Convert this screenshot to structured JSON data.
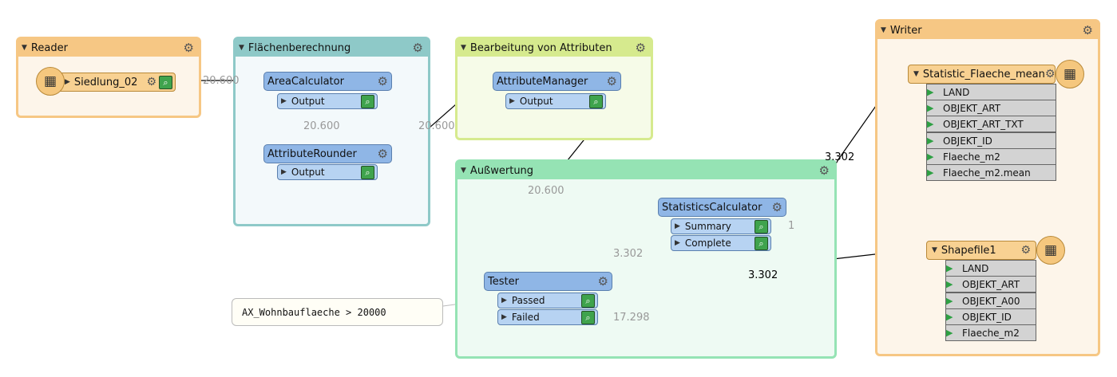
{
  "bookmarks": {
    "reader": {
      "title": "Reader",
      "color": "#f6c784",
      "bg": "#fdf5ea"
    },
    "flaechen": {
      "title": "Flächenberechnung",
      "color": "#8ec9c8",
      "bg": "#f3f9fb"
    },
    "bearbeitung": {
      "title": "Bearbeitung von Attributen",
      "color": "#d6ea8e",
      "bg": "#f6fbe8"
    },
    "auswertung": {
      "title": "Außwertung",
      "color": "#95e3b4",
      "bg": "#eefaf3"
    },
    "writer": {
      "title": "Writer",
      "color": "#f6c784",
      "bg": "#fdf5ea"
    }
  },
  "reader": {
    "name": "Siedlung_02"
  },
  "transformers": {
    "area_calculator": {
      "name": "AreaCalculator",
      "port": "Output"
    },
    "attribute_rounder": {
      "name": "AttributeRounder",
      "port": "Output"
    },
    "attribute_manager": {
      "name": "AttributeManager",
      "port": "Output"
    },
    "statistics_calculator": {
      "name": "StatisticsCalculator",
      "ports": [
        "Summary",
        "Complete"
      ]
    },
    "tester": {
      "name": "Tester",
      "ports": [
        "Passed",
        "Failed"
      ]
    }
  },
  "writers": {
    "statistic": {
      "name": "Statistic_Flaeche_mean",
      "attributes": [
        "LAND",
        "OBJEKT_ART",
        "OBJEKT_ART_TXT",
        "OBJEKT_ID",
        "Flaeche_m2",
        "Flaeche_m2.mean"
      ]
    },
    "shapefile": {
      "name": "Shapefile1",
      "attributes": [
        "LAND",
        "OBJEKT_ART",
        "OBJEKT_A00",
        "OBJEKT_ID",
        "Flaeche_m2"
      ]
    }
  },
  "counts": {
    "reader_to_area": "20.600",
    "area_to_rounder": "20.600",
    "rounder_to_manager": "20.600",
    "manager_to_tester": "20.600",
    "passed_to_stats": "3.302",
    "summary": "1",
    "complete_to_writer": "3.302",
    "passed_to_shapefile": "3.302",
    "failed": "17.298"
  },
  "annotation": {
    "text": "AX_Wohnbauflaeche > 20000"
  },
  "icons": {
    "gear": "gear-icon",
    "inspect": "inspect-icon",
    "table": "table-icon",
    "expand": "expand-triangle-icon",
    "attr_arrow": "attribute-arrow-icon"
  }
}
